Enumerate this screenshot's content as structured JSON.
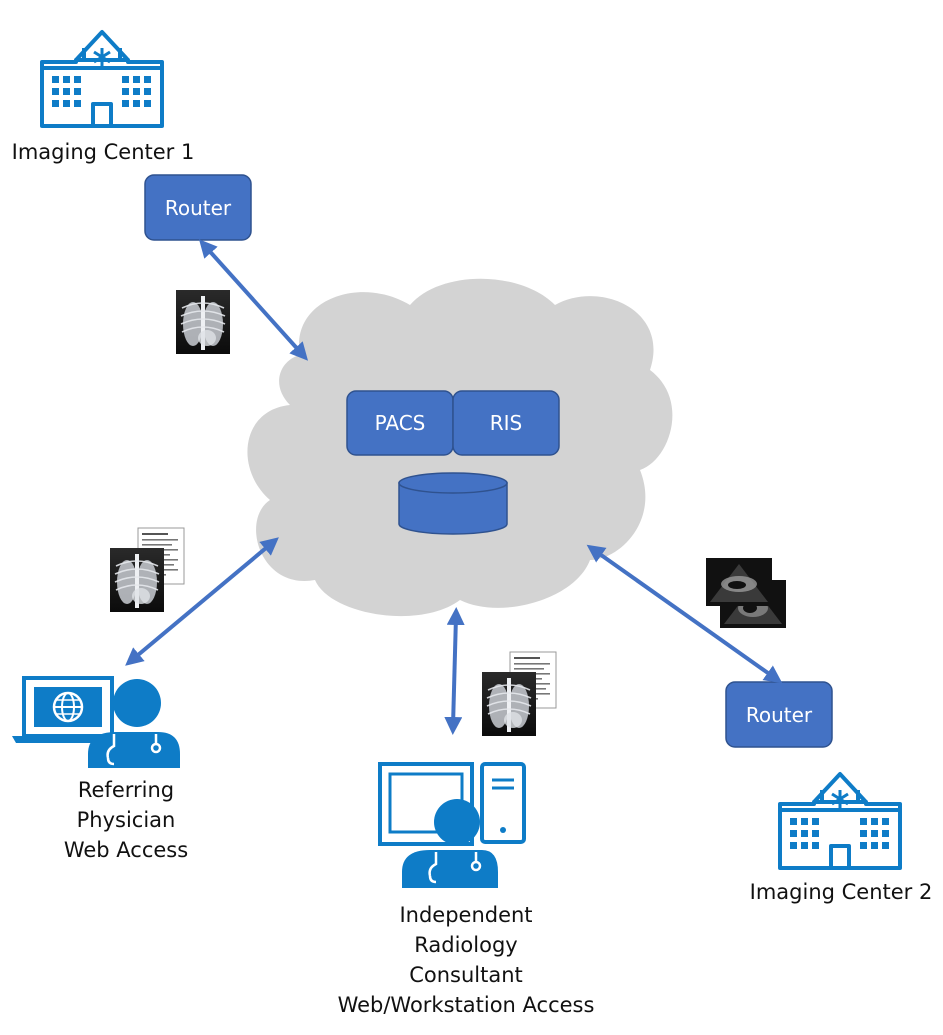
{
  "colors": {
    "box_fill": "#4472C4",
    "box_stroke": "#2F528F",
    "icon_blue": "#0E7CC7",
    "cloud": "#D3D3D3",
    "arrow": "#4472C4"
  },
  "sites": {
    "imaging_center_1": "Imaging Center 1",
    "imaging_center_2": "Imaging Center 2"
  },
  "routers": {
    "router_1": "Router",
    "router_2": "Router"
  },
  "cloud": {
    "pacs": "PACS",
    "ris": "RIS",
    "database_icon": "database-icon"
  },
  "users": {
    "referring": [
      "Referring",
      "Physician",
      "Web Access"
    ],
    "consultant": [
      "Independent",
      "Radiology",
      "Consultant",
      "Web/Workstation Access"
    ]
  },
  "icons": [
    "hospital-icon",
    "xray-image-icon",
    "xray-report-icon",
    "ultrasound-image-icon",
    "laptop-doctor-icon",
    "workstation-doctor-icon"
  ]
}
